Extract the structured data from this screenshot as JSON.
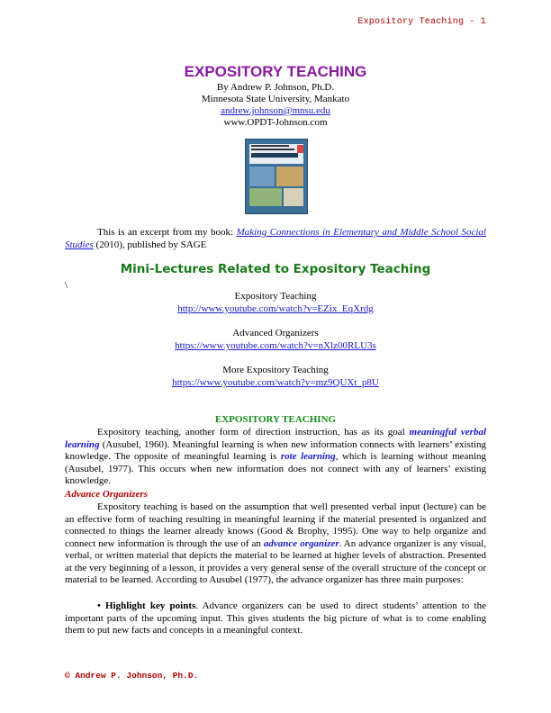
{
  "header": {
    "running_head": "Expository Teaching - 1"
  },
  "footer": {
    "copyright": "© Andrew P. Johnson, Ph.D."
  },
  "title_block": {
    "title": "EXPOSITORY TEACHING",
    "author": "By Andrew P. Johnson, Ph.D.",
    "affiliation": "Minnesota State University, Mankato",
    "email": "andrew.johnson@mnsu.edu",
    "website": "www.OPDT-Johnson.com"
  },
  "book_cover": {
    "image": "book-cover-icon"
  },
  "excerpt": {
    "lead": "This is an excerpt from my book:  ",
    "book_title": "Making Connections in Elementary and Middle School Social Studies",
    "year": " (2010)",
    "publisher": ", published by SAGE"
  },
  "mini_lectures": {
    "heading": "Mini-Lectures Related to Expository Teaching",
    "stray": "\\",
    "items": [
      {
        "label": "Expository Teaching",
        "url": "http://www.youtube.com/watch?v=EZix_EqXrdg"
      },
      {
        "label": "Advanced Organizers",
        "url": "https://www.youtube.com/watch?v=nXlz00RLU3s"
      },
      {
        "label": "More Expository Teaching",
        "url": "https://www.youtube.com/watch?v=mz9QUXt_p8U"
      }
    ]
  },
  "section": {
    "heading": "EXPOSITORY TEACHING",
    "p1_a": "Expository teaching, another form of direction instruction, has as its goal ",
    "p1_term1": "meaningful verbal learning",
    "p1_b": " (Ausubel, 1960).  Meaningful learning is when new information connects with learners’ existing knowledge.  The opposite of meaningful learning is ",
    "p1_term2": "rote learning",
    "p1_c": ", which is learning without meaning (Ausubel, 1977).  This occurs when new information does not connect with any of learners’ existing knowledge.",
    "subheading": "Advance Organizers",
    "p2_a": "Expository teaching is based on the assumption that well presented verbal input (lecture) can be an effective form of teaching resulting in meaningful learning if the material presented is organized and connected to things the learner already knows (Good & Brophy, 1995).  One way to help organize and connect new information is through the use of an ",
    "p2_term": "advance organizer",
    "p2_b": ".  An advance organizer is any visual, verbal, or written material that depicts the material to be learned at higher levels of abstraction.  Presented at the very beginning of a lesson, it provides a very general sense of the overall structure of the concept or material to be learned.  According to Ausubel (1977), the advance organizer has three main purposes:",
    "bullet_label": "• Highlight key points",
    "bullet_text": ".  Advance organizers can be used to direct students’ attention to the important parts of the upcoming input.  This gives students the big picture of what is to come enabling them to put new facts and concepts in a meaningful context."
  }
}
